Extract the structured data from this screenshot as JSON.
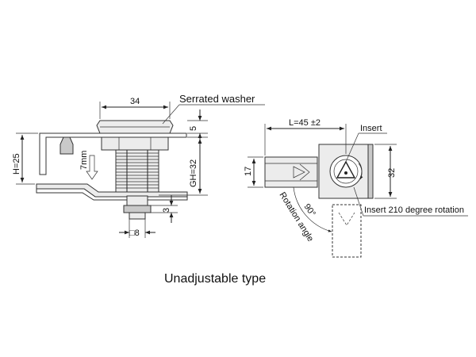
{
  "labels": {
    "serrated_washer": "Serrated washer",
    "insert": "Insert",
    "insert_rotation": "Insert 210 degree rotation",
    "rotation_angle": "Rotation angle",
    "caption": "Unadjustable type"
  },
  "dimensions": {
    "width_34": "34",
    "height_5": "5",
    "h_25": "H=25",
    "gh_32": "GH=32",
    "travel_7mm": "7mm",
    "height_3": "3",
    "square_8": "□8",
    "length_l": "L=45 ±2",
    "width_17": "17",
    "height_32": "32",
    "angle_90": "90°"
  },
  "colors": {
    "line": "#222222",
    "metal_light": "#ececec",
    "metal_dark": "#c9c9c9",
    "background": "#ffffff"
  }
}
